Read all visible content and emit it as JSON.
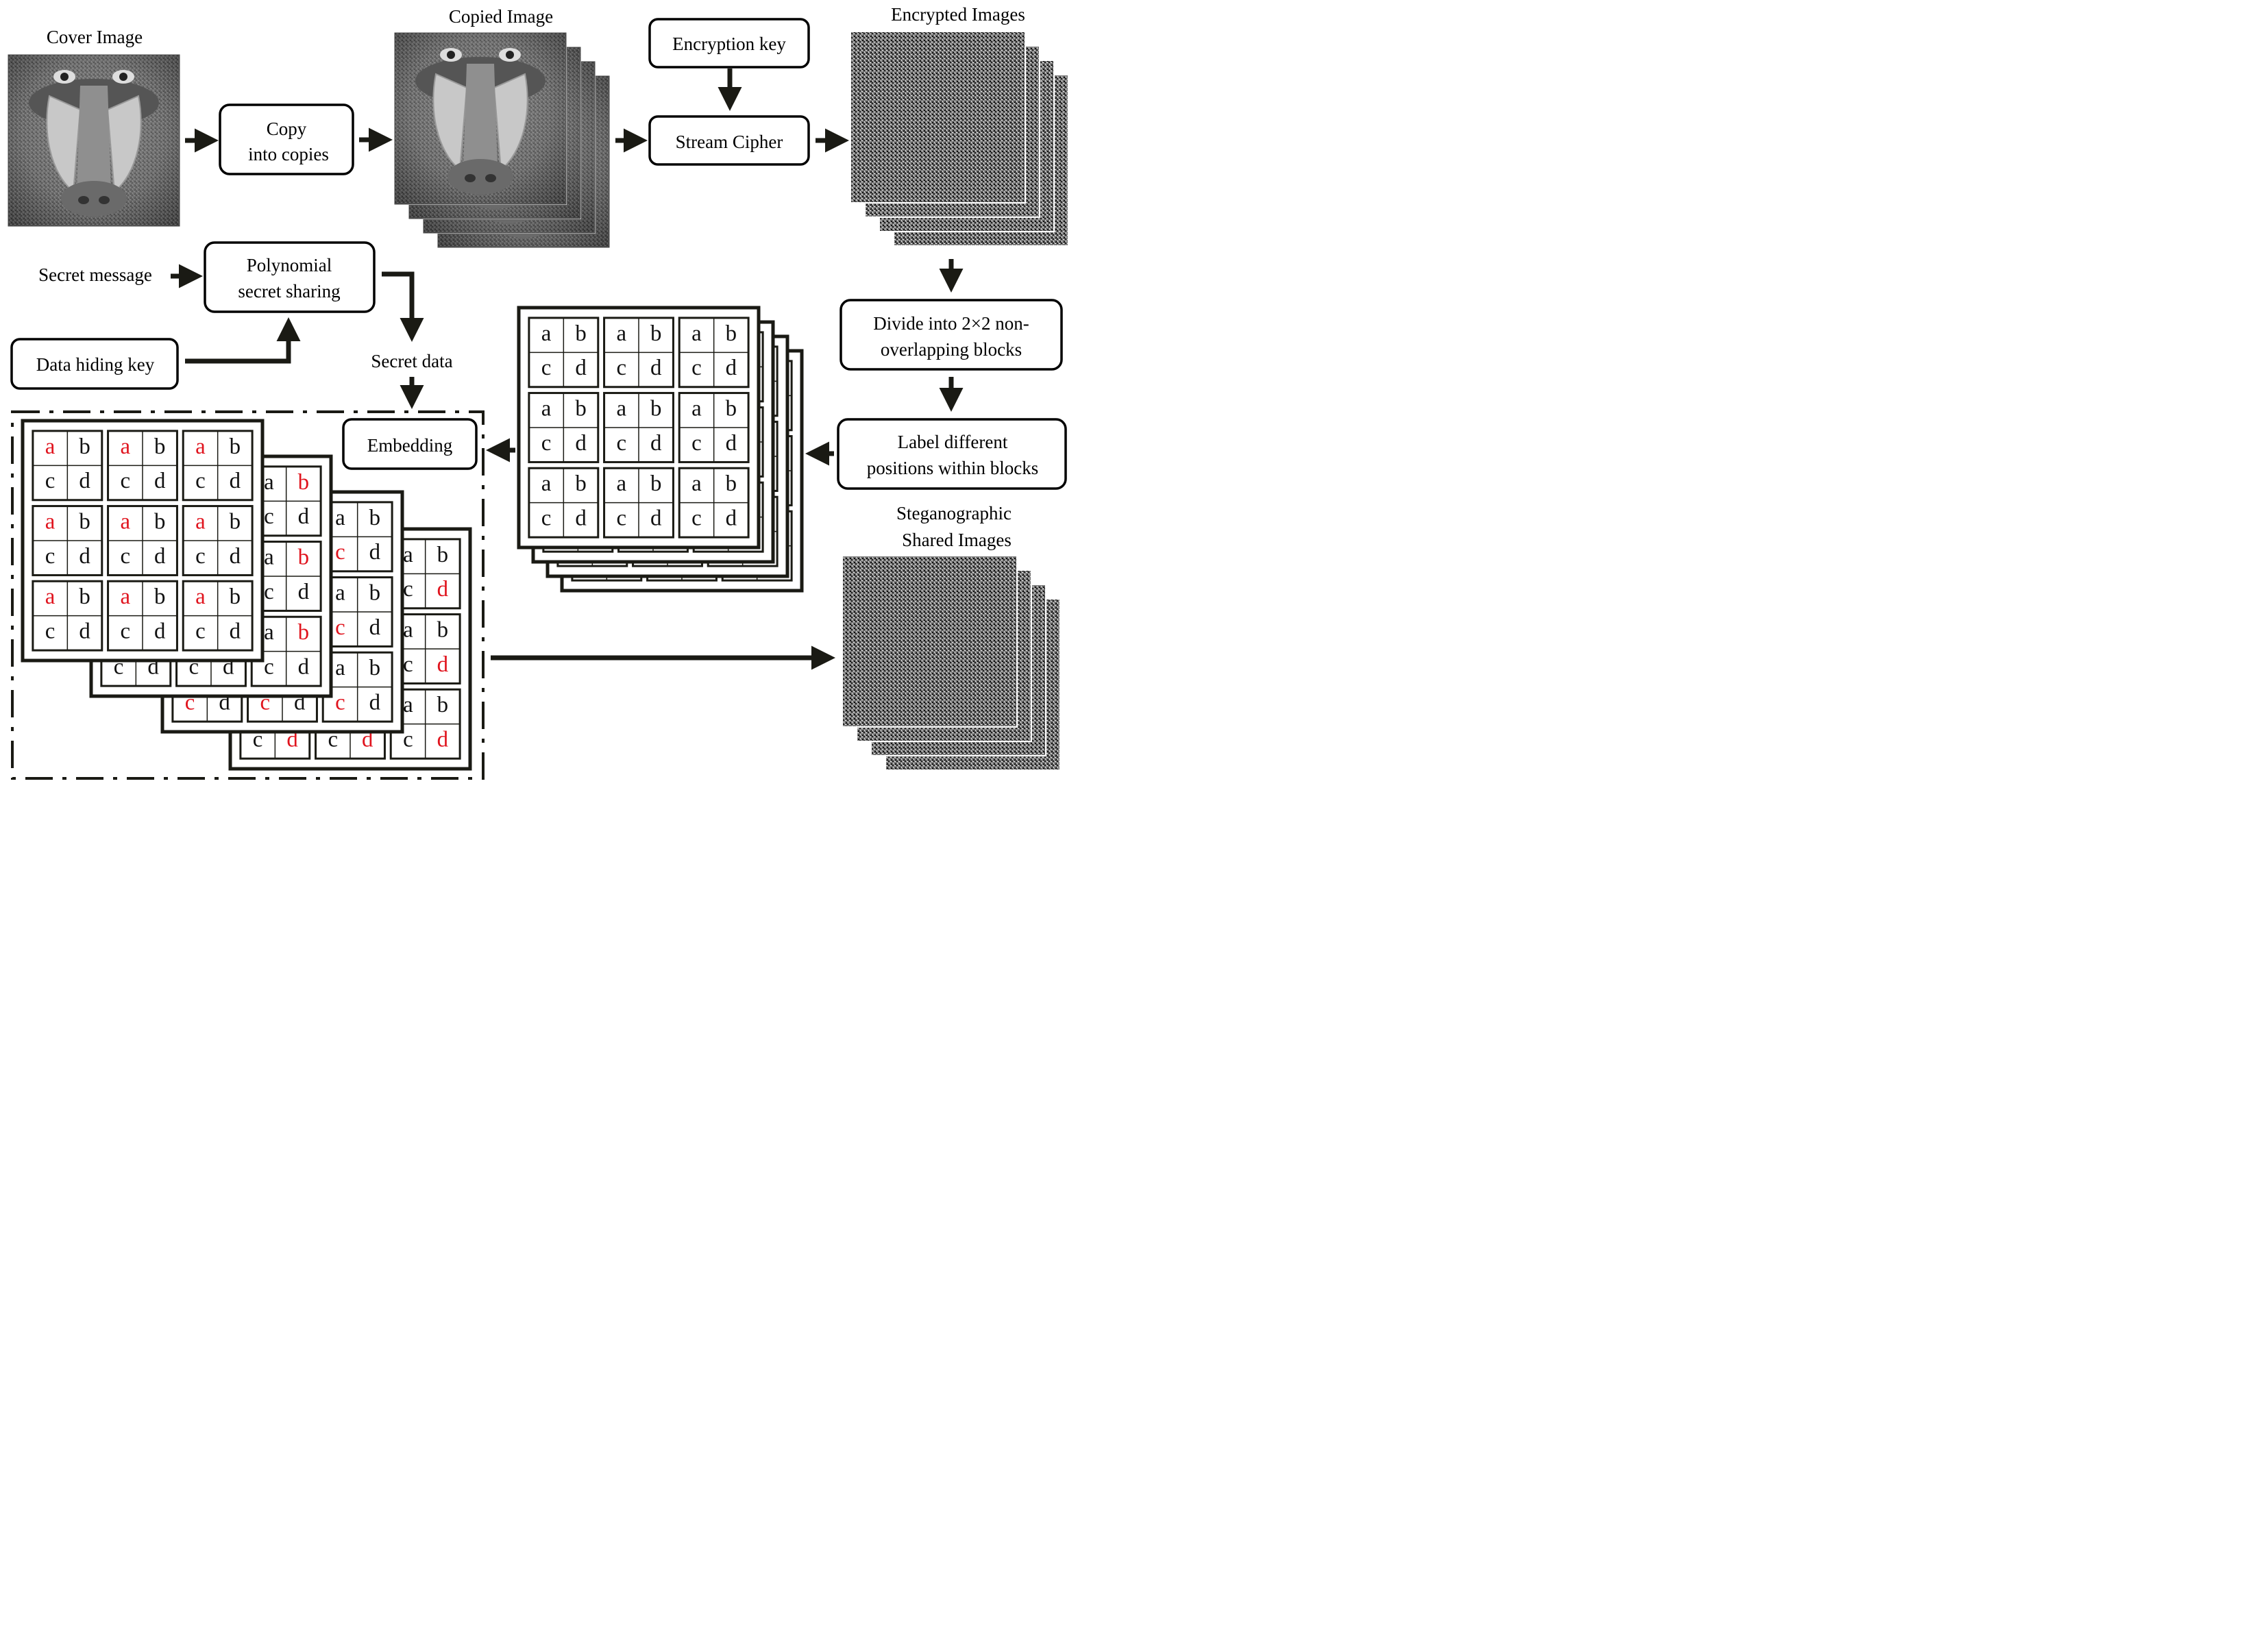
{
  "labels": {
    "cover_image": "Cover Image",
    "copied_image": "Copied Image",
    "encrypted_images": "Encrypted Images",
    "secret_message": "Secret message",
    "secret_data": "Secret data",
    "steganographic": "Steganographic",
    "shared_images": "Shared Images"
  },
  "boxes": {
    "copy_line1": "Copy",
    "copy_line2": "into copies",
    "encryption_key": "Encryption key",
    "stream_cipher": "Stream Cipher",
    "polynomial_line1": "Polynomial",
    "polynomial_line2": "secret sharing",
    "data_hiding_key": "Data hiding key",
    "divide_line1": "Divide into 2×2 non-",
    "divide_line2": "overlapping blocks",
    "label_line1": "Label different",
    "label_line2": "positions within blocks",
    "embedding": "Embedding"
  },
  "block_letters": [
    "a",
    "b",
    "c",
    "d"
  ],
  "highlight_color": "#e0141e",
  "frame_color": "#1a1a14"
}
